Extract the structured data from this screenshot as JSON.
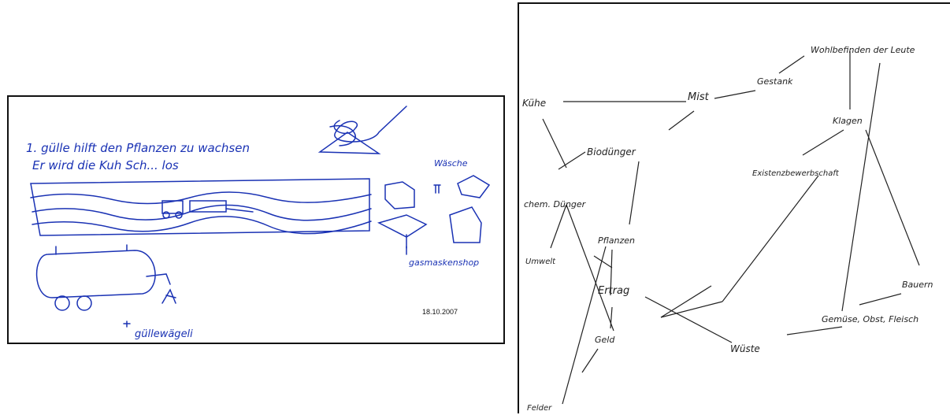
{
  "left": {
    "line1": "1. gülle hilft den Pflanzen zu wachsen",
    "line2": "Er wird die Kuh Sch... los",
    "label_waesche": "Wäsche",
    "label_gasmaskenshop": "gasmaskenshop",
    "label_guellewaegeli": "güllewägeli",
    "date": "18.10.2007",
    "ink_color": "#1a32b4"
  },
  "right": {
    "nodes": {
      "kuehe": "Kühe",
      "mist": "Mist",
      "gestank": "Gestank",
      "wohlbefinden": "Wohlbefinden der Leute",
      "biodunger": "Biodünger",
      "klagen": "Klagen",
      "existenz": "Existenzbewerbschaft",
      "chem_duenger": "chem. Dünger",
      "pflanzen": "Pflanzen",
      "umwelt": "Umwelt",
      "ertrag": "Ertrag",
      "bauern": "Bauern",
      "geld": "Geld",
      "gemuese": "Gemüse, Obst, Fleisch",
      "wueste": "Wüste",
      "felder": "Felder"
    },
    "ink_color": "#222222"
  }
}
